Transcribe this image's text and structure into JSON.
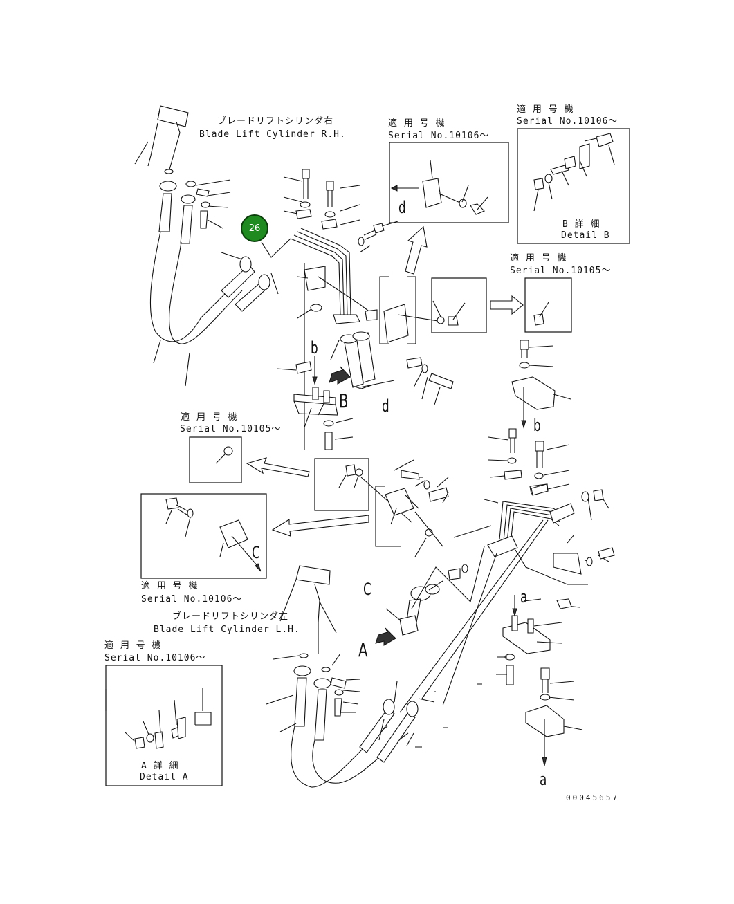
{
  "figure": {
    "marker": {
      "label": "26",
      "color": "#1f8a1f"
    },
    "drawing_code": "00045657",
    "labels": {
      "rh_title_jp": "ブレードリフトシリンダ右",
      "rh_title_en": "Blade Lift Cylinder R.H.",
      "lh_title_jp": "ブレードリフトシリンダ左",
      "lh_title_en": "Blade Lift Cylinder L.H.",
      "serial_jp": "適 用 号 機",
      "serial_d": "Serial No.10106～",
      "serial_b": "Serial No.10106～",
      "serial_right": "Serial No.10105～",
      "serial_left": "Serial No.10105～",
      "serial_c": "Serial No.10106～",
      "serial_a": "Serial No.10106～",
      "detail_b_jp": "B 詳 細",
      "detail_b_en": "Detail B",
      "detail_a_jp": "A 詳 細",
      "detail_a_en": "Detail A"
    },
    "callouts": {
      "d_box": "d",
      "b_top": "b",
      "B_big": "B",
      "d_mid": "d",
      "b_right": "b",
      "c_box": "C",
      "c_mid": "C",
      "A_big": "A",
      "a_mid": "a",
      "a_bottom": "a"
    },
    "icons": [
      "leader-line",
      "direction-arrow",
      "hydraulic-hose",
      "bolt",
      "washer",
      "clamp",
      "bracket"
    ]
  }
}
